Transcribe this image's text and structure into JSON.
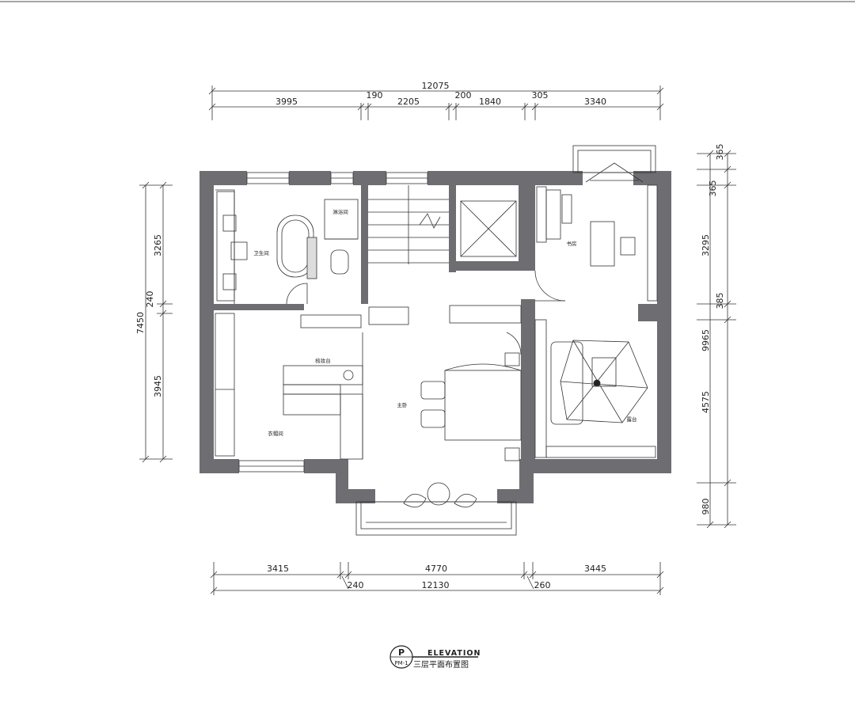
{
  "plan": {
    "top_dims": {
      "total": "12075",
      "segments": [
        "3995",
        "190",
        "2205",
        "200",
        "1840",
        "305",
        "3340"
      ]
    },
    "bottom_dims": {
      "total": "12130",
      "segments": [
        "3415",
        "240",
        "4770",
        "260",
        "3445"
      ]
    },
    "left_dims": {
      "total": "7450",
      "segments": [
        "3265",
        "240",
        "3945"
      ]
    },
    "right_dims": {
      "total": "9965",
      "segments": [
        "365",
        "365",
        "3295",
        "385",
        "4575",
        "980"
      ]
    },
    "rooms": {
      "bathroom": "卫生间",
      "shower": "淋浴间",
      "study": "书房",
      "dresser": "梳妆台",
      "master_bedroom": "主卧",
      "cloakroom": "衣帽间",
      "terrace": "露台"
    }
  },
  "title_block": {
    "symbol_top": "P",
    "symbol_bottom": "PM-1",
    "heading": "ELEVATION",
    "subtitle": "三层平面布置图"
  },
  "colors": {
    "wall": "#6d6d72",
    "line": "#333333"
  }
}
